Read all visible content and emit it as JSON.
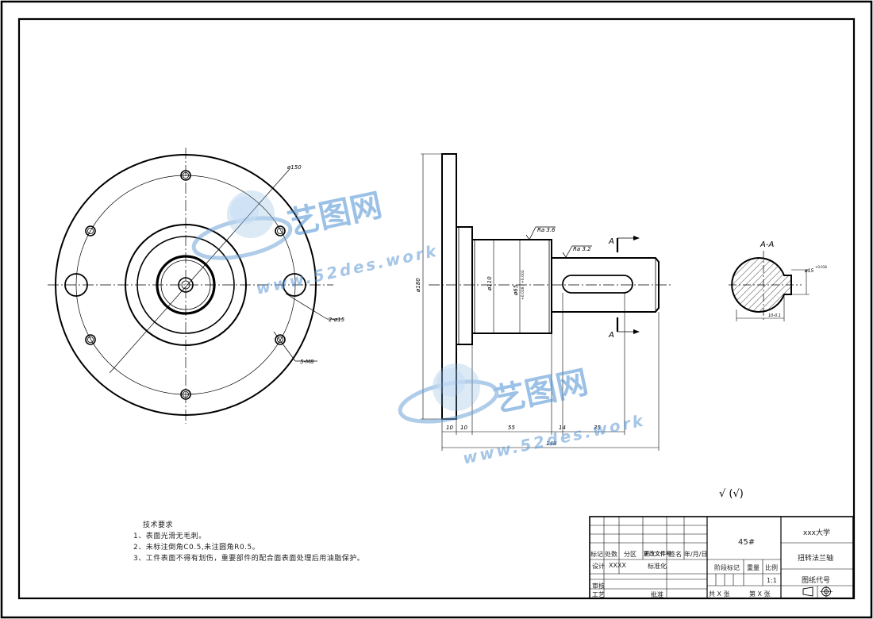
{
  "drawing": {
    "front_view": {
      "dim_outer": "ø150",
      "dim_holes": "2-ø15",
      "dim_thread": "5-M8"
    },
    "side_view": {
      "dim_flange_dia": "ø180",
      "dim_boss_dia": "ø110",
      "dim_shaft_dia": "ø65",
      "dim_shaft_tol": "+0.018 / +0.002",
      "roughness_1": "Ra 3.6",
      "roughness_2": "Ra 3.2",
      "section_mark_top": "A",
      "section_mark_bottom": "A",
      "dims_bottom": [
        "10",
        "10",
        "55",
        "14",
        "35"
      ],
      "dim_total": "148"
    },
    "section_view": {
      "title": "A-A",
      "dim_key_width": "ø15",
      "dim_key_tol": "+0.018",
      "dim_key_depth": "10-0.1"
    },
    "roughness_symbol": "√ (√)"
  },
  "watermark": {
    "cn_text": "艺图网",
    "url_text": "www.52des.work"
  },
  "notes": {
    "title": "技术要求",
    "items": [
      "1、表面光滑无毛刺。",
      "2、未标注倒角C0.5,未注圆角R0.5。",
      "3、工件表面不得有划伤，重要部件的配合面表面处理后用油脂保护。"
    ]
  },
  "title_block": {
    "material": "45#",
    "university": "xxx大学",
    "part_name": "扭转法兰轴",
    "drawing_code_label": "图纸代号",
    "h_mark": "标记",
    "h_count": "处数",
    "h_zone": "分区",
    "h_doc": "更改文件号",
    "h_sign": "签名",
    "h_date": "年/月/日",
    "design_label": "设计",
    "design_name": "XXXX",
    "standard_label": "标准化",
    "stage_label": "阶段标记",
    "weight_label": "重量",
    "scale_label": "比例",
    "scale_value": "1:1",
    "review_label": "审核",
    "process_label": "工艺",
    "approve_label": "批准",
    "total_sheets": "共 X 张",
    "sheet_no": "第 X 张"
  }
}
